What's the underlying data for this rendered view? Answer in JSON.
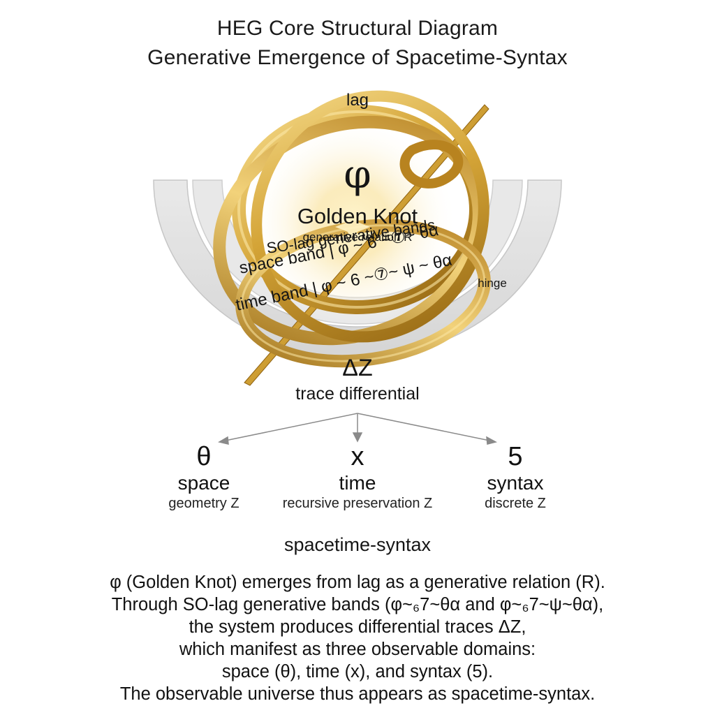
{
  "header": {
    "title": "HEG Core Structural Diagram",
    "subtitle": "Generative Emergence of Spacetime-Syntax"
  },
  "knot": {
    "top_label": "lag",
    "symbol": "φ",
    "name": "Golden Knot",
    "relation": "generative relation R",
    "bands_heading": "SO-lag generative bands",
    "space_band": "space band | φ ~ 6 ~⑦~ θα",
    "time_band": "time band | φ ~ 6 ~⑦~ ψ ~ θα",
    "hinge_label": "hinge",
    "delta_symbol": "ΔZ",
    "delta_label": "trace differential"
  },
  "domains": [
    {
      "symbol": "θ",
      "name": "space",
      "sub": "geometry Z"
    },
    {
      "symbol": "x",
      "name": "time",
      "sub": "recursive preservation Z"
    },
    {
      "symbol": "5",
      "name": "syntax",
      "sub": "discrete Z"
    }
  ],
  "combined_label": "spacetime-syntax",
  "summary": [
    "φ (Golden Knot) emerges from lag as a generative relation (R).",
    "Through SO-lag generative bands (φ~₆7~θα and φ~₆7~ψ~θα),",
    "the system produces differential traces ΔZ,",
    "which manifest as three observable domains:",
    "space (θ), time (x), and syntax (5).",
    "The observable universe thus appears as spacetime-syntax."
  ],
  "colors": {
    "gold_light": "#f6dc8c",
    "gold_mid": "#d4a437",
    "gold_dark": "#9a6a12",
    "band_gray": "#d9d9d9",
    "arrow_gray": "#8a8a8a"
  }
}
